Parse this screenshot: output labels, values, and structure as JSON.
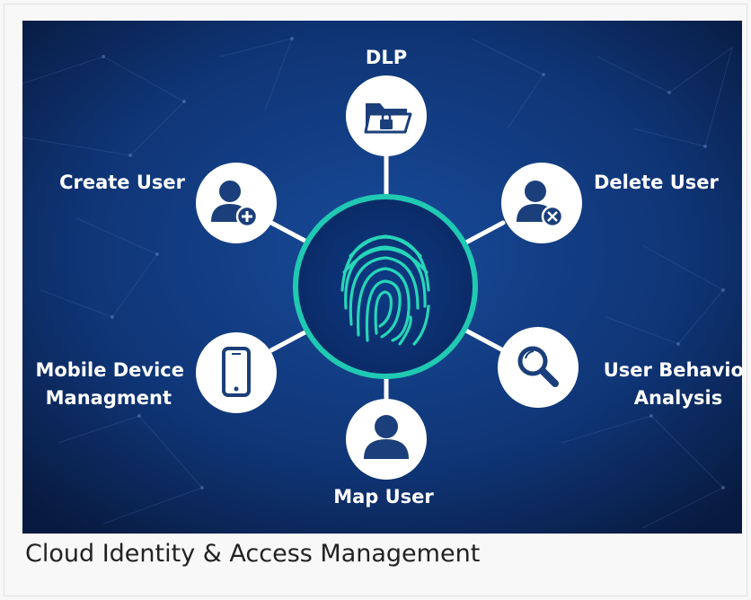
{
  "caption": "Cloud Identity & Access Management",
  "colors": {
    "bg_dark": "#0a1f4a",
    "bg_mid": "#123c86",
    "ring": "#20c9b2",
    "fingerprint": "#27d5b8",
    "node_fill": "#ffffff",
    "icon": "#1b3f7a",
    "connector": "#ffffff"
  },
  "center": {
    "icon": "fingerprint-icon"
  },
  "nodes": {
    "dlp": {
      "label": "DLP",
      "icon": "locked-folder-icon"
    },
    "create_user": {
      "label": "Create User",
      "icon": "user-add-icon"
    },
    "delete_user": {
      "label": "Delete User",
      "icon": "user-remove-icon"
    },
    "mobile": {
      "label_line1": "Mobile Device",
      "label_line2": "Managment",
      "icon": "smartphone-icon"
    },
    "behavior": {
      "label_line1": "User Behavior",
      "label_line2": "Analysis",
      "icon": "magnifier-icon"
    },
    "map_user": {
      "label": "Map User",
      "icon": "user-icon"
    }
  }
}
